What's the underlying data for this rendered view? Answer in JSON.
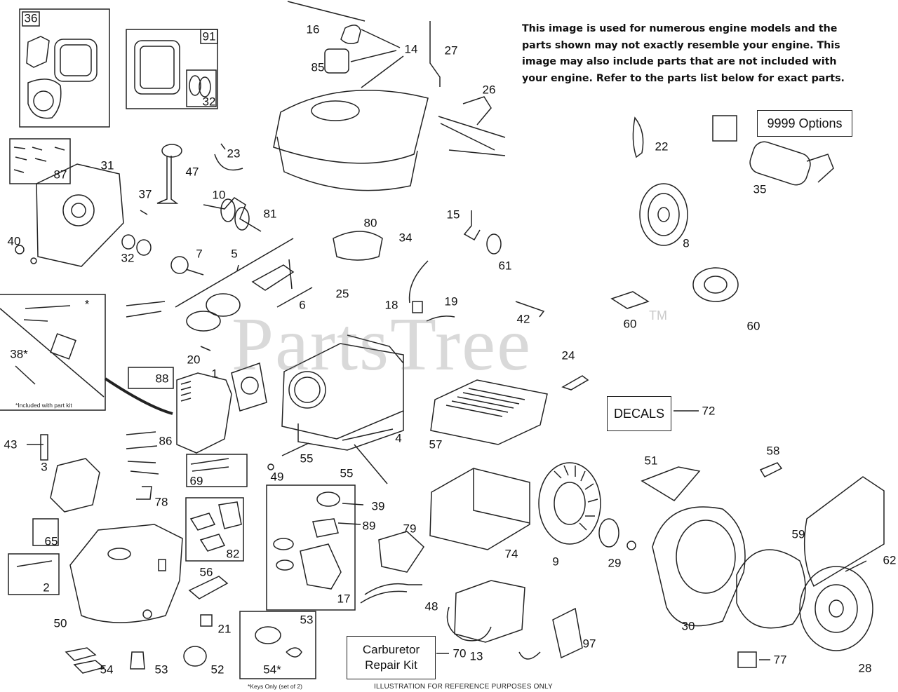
{
  "notice": "This image is used for numerous engine models and the parts shown may not exactly resemble your engine. This image may also include parts that are not included with your engine. Refer to the parts list below for exact parts.",
  "watermark": "PartsTree",
  "trademark": "TM",
  "footer": "ILLUSTRATION FOR REFERENCE PURPOSES ONLY",
  "callouts": {
    "options": "9999 Options",
    "decals": "DECALS",
    "carb_line1": "Carburetor",
    "carb_line2": "Repair Kit",
    "decals_num": "72",
    "carb_num": "70"
  },
  "kit_note": "*Included with part kit",
  "keys_note": "*Keys Only (set of 2)",
  "part_numbers": [
    "36",
    "91",
    "32",
    "16",
    "85",
    "14",
    "27",
    "26",
    "87",
    "31",
    "47",
    "23",
    "10",
    "37",
    "81",
    "40",
    "32",
    "7",
    "5",
    "80",
    "34",
    "15",
    "61",
    "22",
    "35",
    "8",
    "60",
    "60",
    "42",
    "18",
    "19",
    "25",
    "6",
    "38*",
    "20",
    "1",
    "88",
    "24",
    "4",
    "57",
    "72",
    "43",
    "86",
    "3",
    "69",
    "49",
    "55",
    "55",
    "51",
    "58",
    "59",
    "62",
    "78",
    "39",
    "89",
    "79",
    "74",
    "9",
    "29",
    "65",
    "82",
    "17",
    "2",
    "56",
    "50",
    "21",
    "53",
    "48",
    "30",
    "97",
    "13",
    "54",
    "53",
    "52",
    "54*",
    "28",
    "77",
    "70",
    "*"
  ]
}
